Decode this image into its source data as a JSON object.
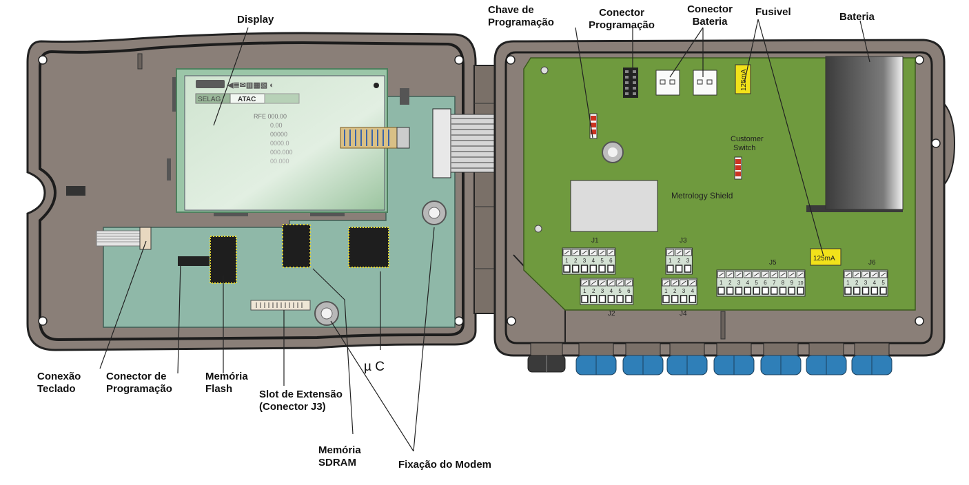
{
  "labels": {
    "display": "Display",
    "chave_prog": "Chave de Programação",
    "conector_prog_top": "Conector Programação",
    "conector_bateria": "Conector Bateria",
    "fusivel": "Fusivel",
    "bateria": "Bateria",
    "conexao_teclado": "Conexão Teclado",
    "conector_prog_bottom": "Conector de Programação",
    "memoria_flash": "Memória Flash",
    "slot_extensao": "Slot de Extensão (Conector J3)",
    "memoria_sdram": "Memória SDRAM",
    "micro_c": "µ C",
    "fixacao_modem": "Fixação do Modem"
  },
  "board_text": {
    "customer_switch": "Customer Switch",
    "metrology_shield": "Metrology Shield",
    "fuse_top": "125mA",
    "fuse_mid": "125mA"
  },
  "display_text": {
    "tab1": "SELAG",
    "tab2": "ATAC",
    "lines": [
      "RFE 000.00",
      "0.00",
      "00000",
      "0000.0",
      "000.000",
      "00.000"
    ]
  },
  "connectors": [
    {
      "name": "J1",
      "pins": [
        "1",
        "2",
        "3",
        "4",
        "5",
        "6"
      ]
    },
    {
      "name": "J2",
      "pins": [
        "1",
        "2",
        "3",
        "4",
        "5",
        "6"
      ]
    },
    {
      "name": "J3",
      "pins": [
        "1",
        "2",
        "3"
      ]
    },
    {
      "name": "J4",
      "pins": [
        "1",
        "2",
        "3",
        "4"
      ]
    },
    {
      "name": "J5",
      "pins": [
        "1",
        "2",
        "3",
        "4",
        "5",
        "6",
        "7",
        "8",
        "9",
        "10"
      ]
    },
    {
      "name": "J6",
      "pins": [
        "1",
        "2",
        "3",
        "4",
        "5"
      ]
    }
  ],
  "colors": {
    "enclosure": "#8a7f78",
    "main_board": "#6f9a3e",
    "left_board": "#8fb8a8",
    "lcd": "#b4d4b4",
    "cable_gland": "#2f7fb8",
    "fuse": "#f2e21a",
    "battery": "#6a6a6a"
  }
}
